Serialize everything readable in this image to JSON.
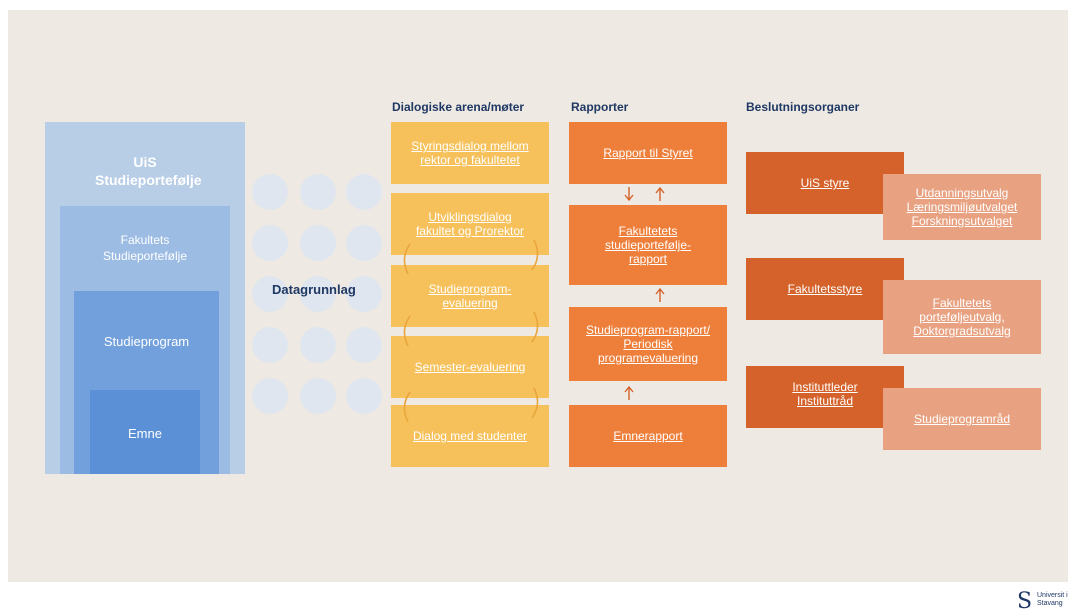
{
  "portfolio": {
    "uis": "UiS Studieportefølje",
    "faculty": "Fakultets Studieportefølje",
    "program": "Studieprogram",
    "course": "Emne"
  },
  "data_basis": "Datagrunnlag",
  "columns": {
    "arena": {
      "heading": "Dialogiske arena/møter",
      "items": [
        "Styringsdialog mellom rektor og fakultetet",
        "Utviklingsdialog fakultet og Prorektor",
        "Studieprogram-evaluering",
        "Semester-evaluering",
        "Dialog med studenter"
      ]
    },
    "reports": {
      "heading": "Rapporter",
      "items": [
        "Rapport til Styret",
        "Fakultetets studieportefølje-rapport",
        "Studieprogram-rapport/ Periodisk programevaluering",
        "Emnerapport"
      ]
    },
    "decision": {
      "heading": "Beslutningsorganer",
      "main": [
        "UiS styre",
        "Fakultetsstyre",
        "Instituttleder Instituttråd"
      ],
      "sub": [
        "Utdanningsutvalg Læringsmiljøutvalget Forskningsutvalget",
        "Fakultetets porteføljeutvalg, Doktorgradsutvalg",
        "Studieprogramråd"
      ]
    }
  },
  "logo": {
    "text": "Universit i Stavang",
    "colors": {
      "logo": "#1f3864"
    }
  },
  "colors": {
    "yellow": "#f6c15b",
    "orange": "#ee7f3a",
    "dark_orange": "#d4622a",
    "light_orange": "#e8a281",
    "heading": "#1f3864"
  }
}
